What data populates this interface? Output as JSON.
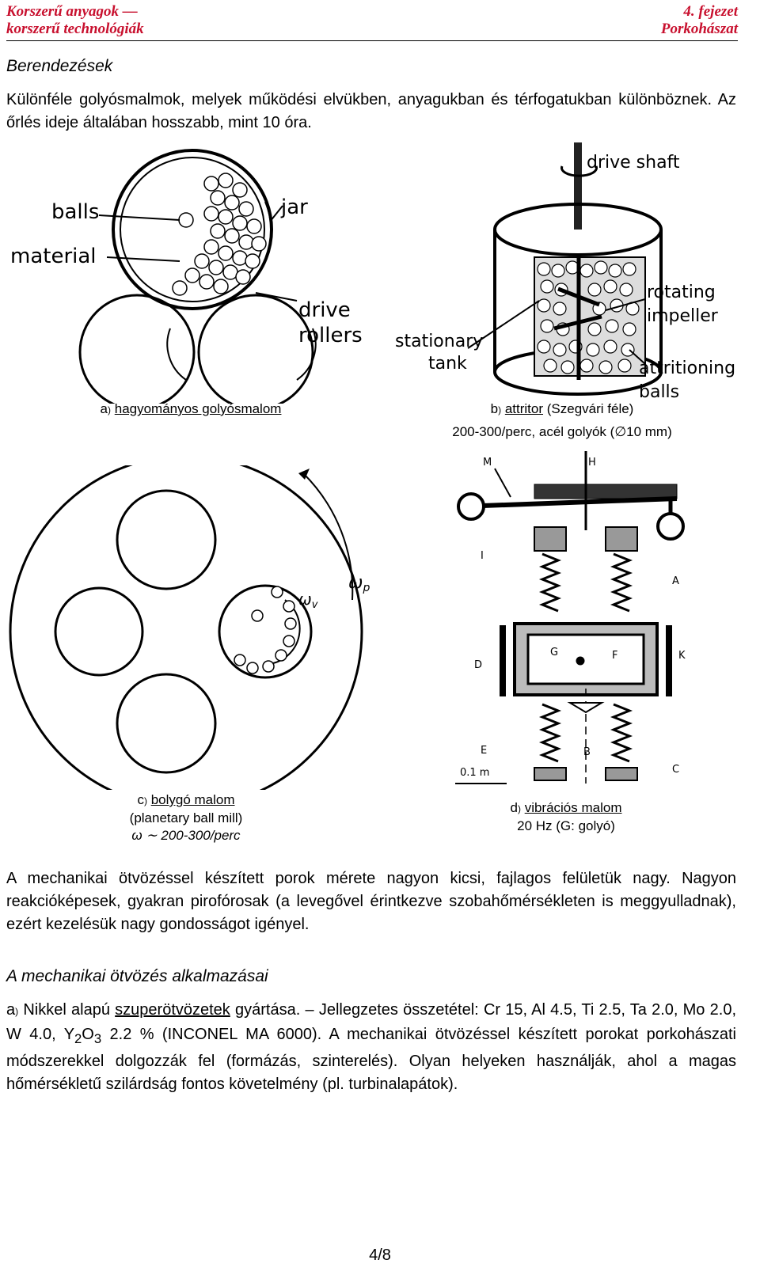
{
  "header": {
    "left_line1": "Korszerű anyagok —",
    "left_line2": "korszerű technológiák",
    "right_line1": "4. fejezet",
    "right_line2": "Porkohászat"
  },
  "section1": {
    "title": "Berendezések",
    "text": "Különféle golyósmalmok, melyek működési elvükben, anyagukban és térfogatukban különböznek. Az őrlés ideje általában hosszabb, mint 10 óra."
  },
  "figures": {
    "a": {
      "labels": {
        "balls": "balls",
        "material": "material",
        "jar": "jar",
        "drive1": "drive",
        "drive2": "rollers"
      },
      "caption_letter": "a",
      "caption_suffix": ")",
      "caption_text": "hagyományos golyósmalom"
    },
    "b": {
      "labels": {
        "drive_shaft": "drive shaft",
        "rot1": "rotating",
        "rot2": "impeller",
        "stat1": "stationary",
        "stat2": "tank",
        "att1": "attritioning",
        "att2": "balls"
      },
      "caption_letter": "b",
      "caption_suffix": ")",
      "caption_u": "attritor",
      "caption_rest": "(Szegvári féle)",
      "caption_line2_a": "200-300/perc, acél golyók (",
      "caption_line2_sym": "∅",
      "caption_line2_b": "10 mm)"
    },
    "c": {
      "labels": {
        "wp": "ω",
        "wp_sub": "p",
        "wv": "ω",
        "wv_sub": "v"
      },
      "caption_letter": "c",
      "caption_suffix": ")",
      "caption_u": "bolygó malom",
      "caption_line2": "(planetary ball mill)",
      "caption_line3_sym": "ω ∼",
      "caption_line3": "200-300/perc"
    },
    "d": {
      "labels": {
        "M": "M",
        "H": "H",
        "A": "A",
        "G": "G",
        "F": "F",
        "D": "D",
        "K": "K",
        "E": "E",
        "B": "B",
        "C": "C",
        "I": "I",
        "scale": "0.1 m"
      },
      "caption_letter": "d",
      "caption_suffix": ")",
      "caption_u": "vibrációs malom",
      "caption_line2": "20 Hz (G: golyó)"
    }
  },
  "section2": {
    "text": "A mechanikai ötvözéssel készített porok mérete nagyon kicsi, fajlagos felületük nagy. Nagyon reakcióképesek, gyakran pirofórosak (a levegővel érintkezve szobahőmérsékleten is meggyulladnak), ezért kezelésük nagy gondosságot igényel."
  },
  "section3": {
    "title": "A mechanikai ötvözés alkalmazásai",
    "item_letter": "a",
    "item_suffix": ")",
    "t1": " Nikkel alapú ",
    "t_u": "szuperötvözetek",
    "t2": " gyártása. – Jellegzetes összetétel: Cr 15, Al 4.5, Ti 2.5, Ta 2.0, Mo 2.0, W 4.0, Y",
    "sub1": "2",
    "t3": "O",
    "sub2": "3",
    "t4": " 2.2 % (INCONEL MA 6000).  A mechanikai ötvözéssel készített porokat porkohászati módszerekkel dolgozzák fel (formázás, szinterelés). Olyan helyeken használják, ahol a magas hőmérsékletű szilárdság fontos követelmény (pl. turbinalapátok)."
  },
  "footer": {
    "page": "4/8"
  }
}
